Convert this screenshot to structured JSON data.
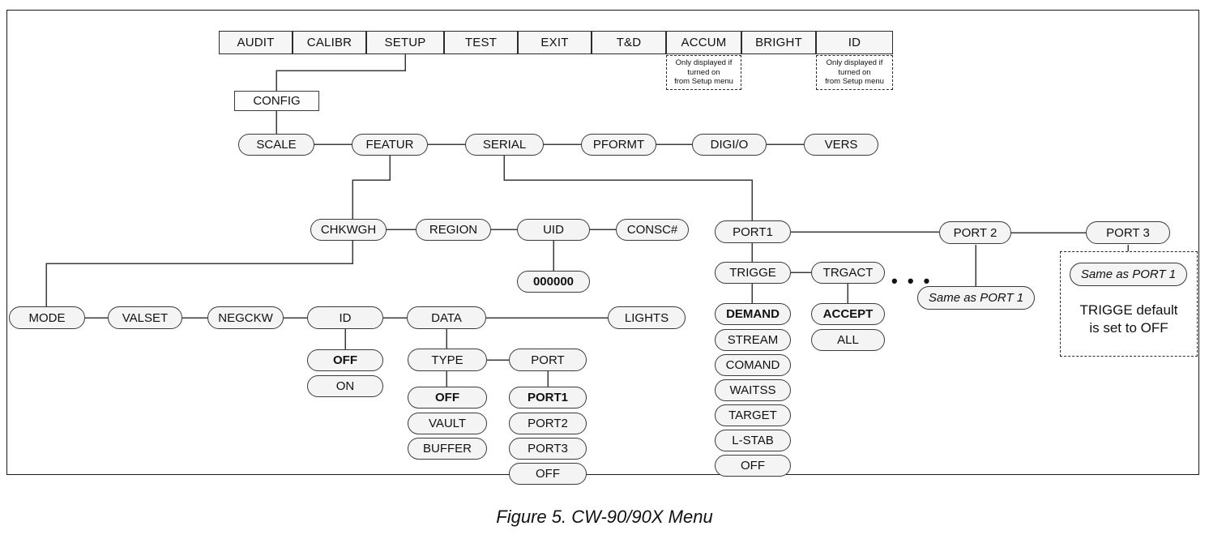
{
  "figure": {
    "caption": "Figure 5. CW-90/90X Menu"
  },
  "top_menu": {
    "items": [
      {
        "label": "AUDIT"
      },
      {
        "label": "CALIBR"
      },
      {
        "label": "SETUP"
      },
      {
        "label": "TEST"
      },
      {
        "label": "EXIT"
      },
      {
        "label": "T&D"
      },
      {
        "label": "ACCUM"
      },
      {
        "label": "BRIGHT"
      },
      {
        "label": "ID"
      }
    ],
    "notes": [
      {
        "for": "ACCUM",
        "line1": "Only displayed if",
        "line2": "turned on",
        "line3": "from Setup menu"
      },
      {
        "for": "ID",
        "line1": "Only displayed if",
        "line2": "turned on",
        "line3": "from Setup menu"
      }
    ]
  },
  "setup_branch": {
    "config": "CONFIG",
    "level2": [
      {
        "label": "SCALE"
      },
      {
        "label": "FEATUR"
      },
      {
        "label": "SERIAL"
      },
      {
        "label": "PFORMT"
      },
      {
        "label": "DIGI/O"
      },
      {
        "label": "VERS"
      }
    ]
  },
  "featur_branch": {
    "items": [
      {
        "label": "CHKWGH"
      },
      {
        "label": "REGION"
      },
      {
        "label": "UID"
      },
      {
        "label": "CONSC#"
      }
    ],
    "uid_value": "000000"
  },
  "chkwgh_branch": {
    "items": [
      {
        "label": "MODE"
      },
      {
        "label": "VALSET"
      },
      {
        "label": "NEGCKW"
      },
      {
        "label": "ID"
      },
      {
        "label": "DATA"
      },
      {
        "label": "LIGHTS"
      }
    ],
    "id_options": [
      {
        "label": "OFF",
        "default": true
      },
      {
        "label": "ON",
        "default": false
      }
    ],
    "data_children": [
      {
        "label": "TYPE"
      },
      {
        "label": "PORT"
      }
    ],
    "type_options": [
      {
        "label": "OFF",
        "default": true
      },
      {
        "label": "VAULT",
        "default": false
      },
      {
        "label": "BUFFER",
        "default": false
      }
    ],
    "port_options": [
      {
        "label": "PORT1",
        "default": true
      },
      {
        "label": "PORT2",
        "default": false
      },
      {
        "label": "PORT3",
        "default": false
      },
      {
        "label": "OFF",
        "default": false
      }
    ]
  },
  "serial_branch": {
    "ports": [
      {
        "label": "PORT1"
      },
      {
        "label": "PORT 2"
      },
      {
        "label": "PORT 3"
      }
    ],
    "port1_children": [
      {
        "label": "TRIGGE"
      },
      {
        "label": "TRGACT"
      }
    ],
    "trigge_options": [
      {
        "label": "DEMAND",
        "default": true
      },
      {
        "label": "STREAM",
        "default": false
      },
      {
        "label": "COMAND",
        "default": false
      },
      {
        "label": "WAITSS",
        "default": false
      },
      {
        "label": "TARGET",
        "default": false
      },
      {
        "label": "L-STAB",
        "default": false
      },
      {
        "label": "OFF",
        "default": false
      }
    ],
    "trgact_options": [
      {
        "label": "ACCEPT",
        "default": true
      },
      {
        "label": "ALL",
        "default": false
      }
    ],
    "ellipsis": "• • •",
    "port2_note": "Same as PORT 1",
    "port3_note": "Same as PORT 1",
    "port3_callout_line1": "TRIGGE default",
    "port3_callout_line2": "is set to OFF"
  },
  "colors": {
    "node_fill": "#f4f4f4",
    "node_border": "#3a3a3a",
    "line": "#3a3a3a",
    "frame": "#1a1a1a"
  }
}
